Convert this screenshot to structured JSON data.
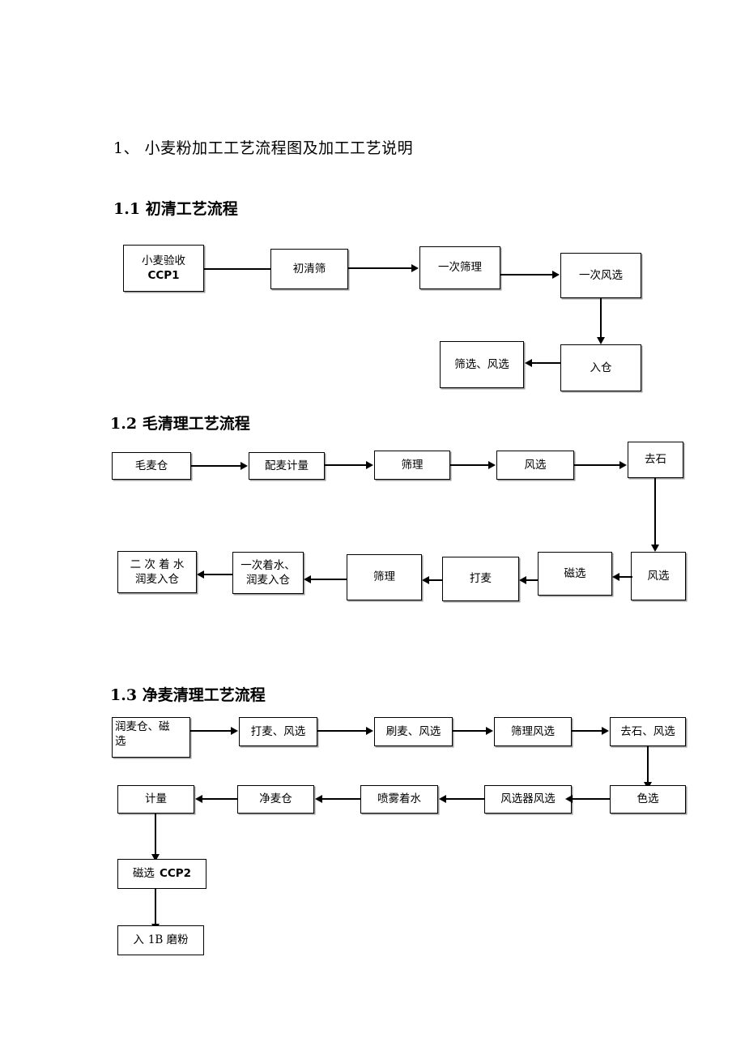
{
  "document": {
    "title": "1、  小麦粉加工工艺流程图及加工工艺说明",
    "background": "#ffffff",
    "line_color": "#000000"
  },
  "sections": [
    {
      "id": "1.1",
      "number": "1.1",
      "heading": "初清工艺流程",
      "nodes": [
        {
          "id": "n11a",
          "label_line1": "小麦验收",
          "label_line2": "CCP1"
        },
        {
          "id": "n11b",
          "label_line1": "初清筛"
        },
        {
          "id": "n11c",
          "label_line1": "一次筛理"
        },
        {
          "id": "n11d",
          "label_line1": "一次风选"
        },
        {
          "id": "n11e",
          "label_line1": "入仓"
        },
        {
          "id": "n11f",
          "label_line1": "筛选、风选"
        }
      ]
    },
    {
      "id": "1.2",
      "number": "1.2",
      "heading": "毛清理工艺流程",
      "nodes": [
        {
          "id": "n12a",
          "label_line1": "毛麦仓"
        },
        {
          "id": "n12b",
          "label_line1": "配麦计量"
        },
        {
          "id": "n12c",
          "label_line1": "筛理"
        },
        {
          "id": "n12d",
          "label_line1": "风选"
        },
        {
          "id": "n12e",
          "label_line1": "去石"
        },
        {
          "id": "n12f",
          "label_line1": "风选"
        },
        {
          "id": "n12g",
          "label_line1": "磁选"
        },
        {
          "id": "n12h",
          "label_line1": "打麦"
        },
        {
          "id": "n12i",
          "label_line1": "筛理"
        },
        {
          "id": "n12j",
          "label_line1": "一次着水、",
          "label_line2": "润麦入仓"
        },
        {
          "id": "n12k",
          "label_line1": "二 次 着 水",
          "label_line2": "润麦入仓"
        }
      ]
    },
    {
      "id": "1.3",
      "number": "1.3",
      "heading": "净麦清理工艺流程",
      "nodes": [
        {
          "id": "n13a",
          "label_line1": "润麦仓、磁",
          "label_line2": "选"
        },
        {
          "id": "n13b",
          "label_line1": "打麦、风选"
        },
        {
          "id": "n13c",
          "label_line1": "刷麦、风选"
        },
        {
          "id": "n13d",
          "label_line1": "筛理风选"
        },
        {
          "id": "n13e",
          "label_line1": "去石、风选"
        },
        {
          "id": "n13f",
          "label_line1": "色选"
        },
        {
          "id": "n13g",
          "label_line1": "风选器风选"
        },
        {
          "id": "n13h",
          "label_line1": "喷雾着水"
        },
        {
          "id": "n13i",
          "label_line1": "净麦仓"
        },
        {
          "id": "n13j",
          "label_line1": "计量"
        },
        {
          "id": "n13k",
          "label_line1": "磁选",
          "label_line2": "CCP2"
        },
        {
          "id": "n13l",
          "label_line1": "入",
          "label_line2": "1B 磨粉"
        }
      ]
    }
  ]
}
